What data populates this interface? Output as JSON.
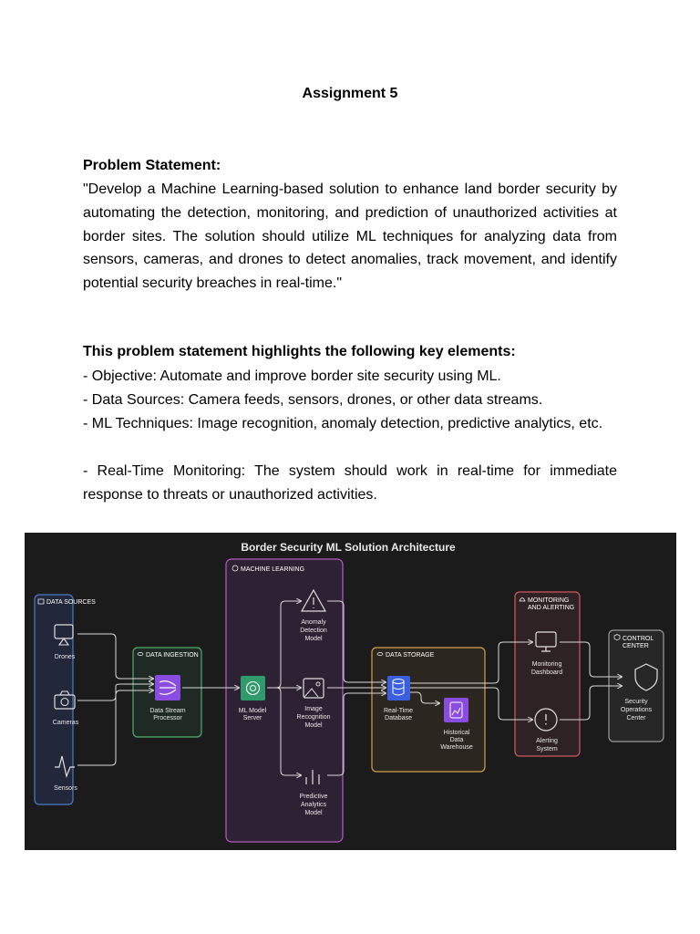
{
  "title": "Assignment 5",
  "problem": {
    "heading": "Problem Statement:",
    "text": "\"Develop a Machine Learning-based solution to enhance land border security by automating the detection, monitoring, and prediction of unauthorized activities at border sites. The solution should utilize ML techniques for analyzing data from sensors, cameras, and drones to detect anomalies, track movement, and identify potential security breaches in real-time.\""
  },
  "highlights": {
    "heading": "This problem statement highlights the following key elements:",
    "items": [
      "- Objective: Automate and improve border site security using ML.",
      "- Data Sources: Camera feeds, sensors, drones, or other data streams.",
      "- ML Techniques: Image recognition, anomaly detection, predictive analytics, etc.",
      "- Real-Time Monitoring: The system should work in real-time for immediate response to threats or unauthorized activities."
    ]
  },
  "diagram": {
    "title": "Border Security ML Solution Architecture",
    "groups": {
      "sources": "DATA SOURCES",
      "ingestion": "DATA INGESTION",
      "ml": "MACHINE LEARNING",
      "storage": "DATA STORAGE",
      "monitoring": [
        "MONITORING",
        "AND ALERTING"
      ],
      "control": [
        "CONTROL",
        "CENTER"
      ]
    },
    "nodes": {
      "drones": "Drones",
      "cameras": "Cameras",
      "sensors": "Sensors",
      "processor": [
        "Data Stream",
        "Processor"
      ],
      "server": [
        "ML Model",
        "Server"
      ],
      "anomaly": [
        "Anomaly",
        "Detection",
        "Model"
      ],
      "image": [
        "Image",
        "Recognition",
        "Model"
      ],
      "predictive": [
        "Predictive",
        "Analytics",
        "Model"
      ],
      "realtime": [
        "Real-Time",
        "Database"
      ],
      "historical": [
        "Historical",
        "Data",
        "Warehouse"
      ],
      "dashboard": [
        "Monitoring",
        "Dashboard"
      ],
      "alerting": [
        "Alerting",
        "System"
      ],
      "soc": [
        "Security",
        "Operations",
        "Center"
      ]
    },
    "colors": {
      "background": "#1b1b1c",
      "sources": "#4a7ec4",
      "ingestion": "#4caf6a",
      "ml": "#b95cc4",
      "storage": "#d4a048",
      "monitoring": "#d0585c",
      "control": "#9a9a9a",
      "processor_icon": "#8a4ce0",
      "server_icon": "#2f9a6a",
      "database_icon": "#3a5fe0"
    }
  }
}
